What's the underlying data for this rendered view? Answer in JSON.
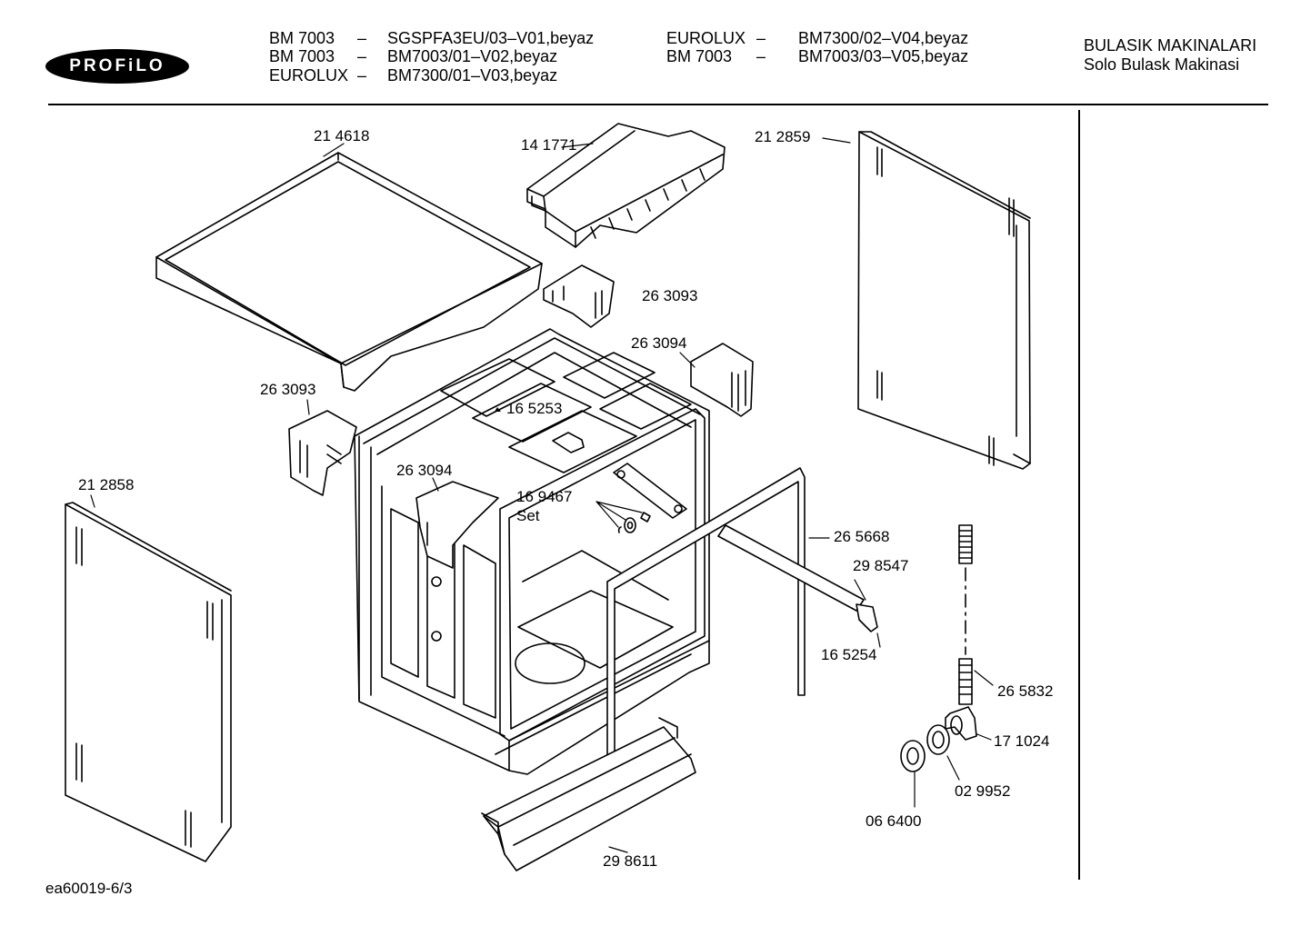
{
  "brand": "PROFiLO",
  "models": {
    "col1": [
      {
        "name": "BM 7003",
        "dash": "–",
        "code": "SGSPFA3EU/03–V01,beyaz"
      },
      {
        "name": "BM 7003",
        "dash": "–",
        "code": "BM7003/01–V02,beyaz"
      },
      {
        "name": "EUROLUX",
        "dash": "–",
        "code": "BM7300/01–V03,beyaz"
      }
    ],
    "col2": [
      {
        "name": "EUROLUX",
        "dash": "–",
        "code": "BM7300/02–V04,beyaz"
      },
      {
        "name": "BM 7003",
        "dash": "–",
        "code": "BM7003/03–V05,beyaz"
      }
    ]
  },
  "category": {
    "title": "BULASIK MAKINALARI",
    "subtitle": "Solo Bulask Makinasi"
  },
  "parts": [
    {
      "id": "p214618",
      "label": "21 4618"
    },
    {
      "id": "p141771",
      "label": "14 1771"
    },
    {
      "id": "p212859",
      "label": "21 2859"
    },
    {
      "id": "p263093a",
      "label": "26 3093"
    },
    {
      "id": "p263094a",
      "label": "26 3094"
    },
    {
      "id": "p263093b",
      "label": "26 3093"
    },
    {
      "id": "p165253",
      "label": "16 5253"
    },
    {
      "id": "p263094b",
      "label": "26 3094"
    },
    {
      "id": "p212858",
      "label": "21 2858"
    },
    {
      "id": "p169467",
      "label": "16 9467"
    },
    {
      "id": "pset",
      "label": "Set"
    },
    {
      "id": "p265668",
      "label": "26 5668"
    },
    {
      "id": "p298547",
      "label": "29 8547"
    },
    {
      "id": "p165254",
      "label": "16 5254"
    },
    {
      "id": "p265832",
      "label": "26 5832"
    },
    {
      "id": "p171024",
      "label": "17 1024"
    },
    {
      "id": "p029952",
      "label": "02 9952"
    },
    {
      "id": "p066400",
      "label": "06 6400"
    },
    {
      "id": "p298611",
      "label": "29 8611"
    }
  ],
  "footer": "ea60019-6/3"
}
